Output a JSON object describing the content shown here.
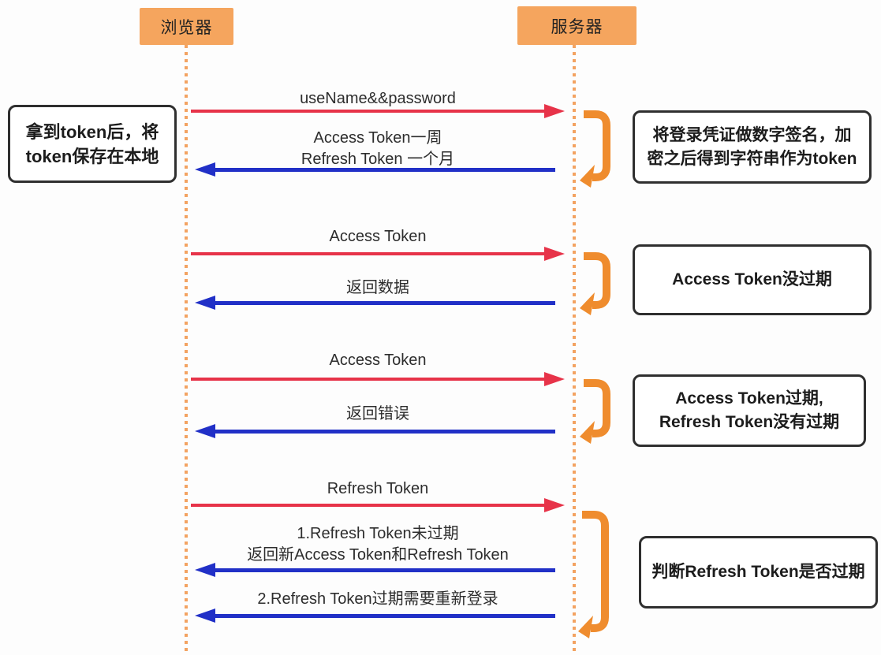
{
  "colors": {
    "actor_bg": "#F5A55E",
    "bracket_orange": "#EF8C2E",
    "lifeline_orange": "#F3A362",
    "request_red": "#E73349",
    "response_blue": "#2130C7",
    "note_border": "#2F2F2F",
    "text": "#2B2B2B"
  },
  "actors": [
    {
      "label": "浏览器"
    },
    {
      "label": "服务器"
    }
  ],
  "left_note": {
    "line1": "拿到token后，将",
    "line2": "token保存在本地"
  },
  "right_notes": [
    {
      "line1": "将登录凭证做数字签名，加",
      "line2": "密之后得到字符串作为token"
    },
    {
      "line1": "Access Token没过期"
    },
    {
      "line1": "Access Token过期,",
      "line2": "Refresh Token没有过期"
    },
    {
      "line1": "判断Refresh Token是否过期"
    }
  ],
  "messages": [
    {
      "direction": "right",
      "color": "red",
      "label": "useName&&password"
    },
    {
      "direction": "left",
      "color": "blue",
      "label_line1": "Access Token一周",
      "label_line2": "Refresh Token 一个月"
    },
    {
      "direction": "right",
      "color": "red",
      "label": "Access Token"
    },
    {
      "direction": "left",
      "color": "blue",
      "label": "返回数据"
    },
    {
      "direction": "right",
      "color": "red",
      "label": "Access Token"
    },
    {
      "direction": "left",
      "color": "blue",
      "label": "返回错误"
    },
    {
      "direction": "right",
      "color": "red",
      "label": "Refresh Token"
    },
    {
      "direction": "left",
      "color": "blue",
      "label_line1": "1.Refresh Token未过期",
      "label_line2": "返回新Access Token和Refresh Token"
    },
    {
      "direction": "left",
      "color": "blue",
      "label": "2.Refresh Token过期需要重新登录"
    }
  ]
}
